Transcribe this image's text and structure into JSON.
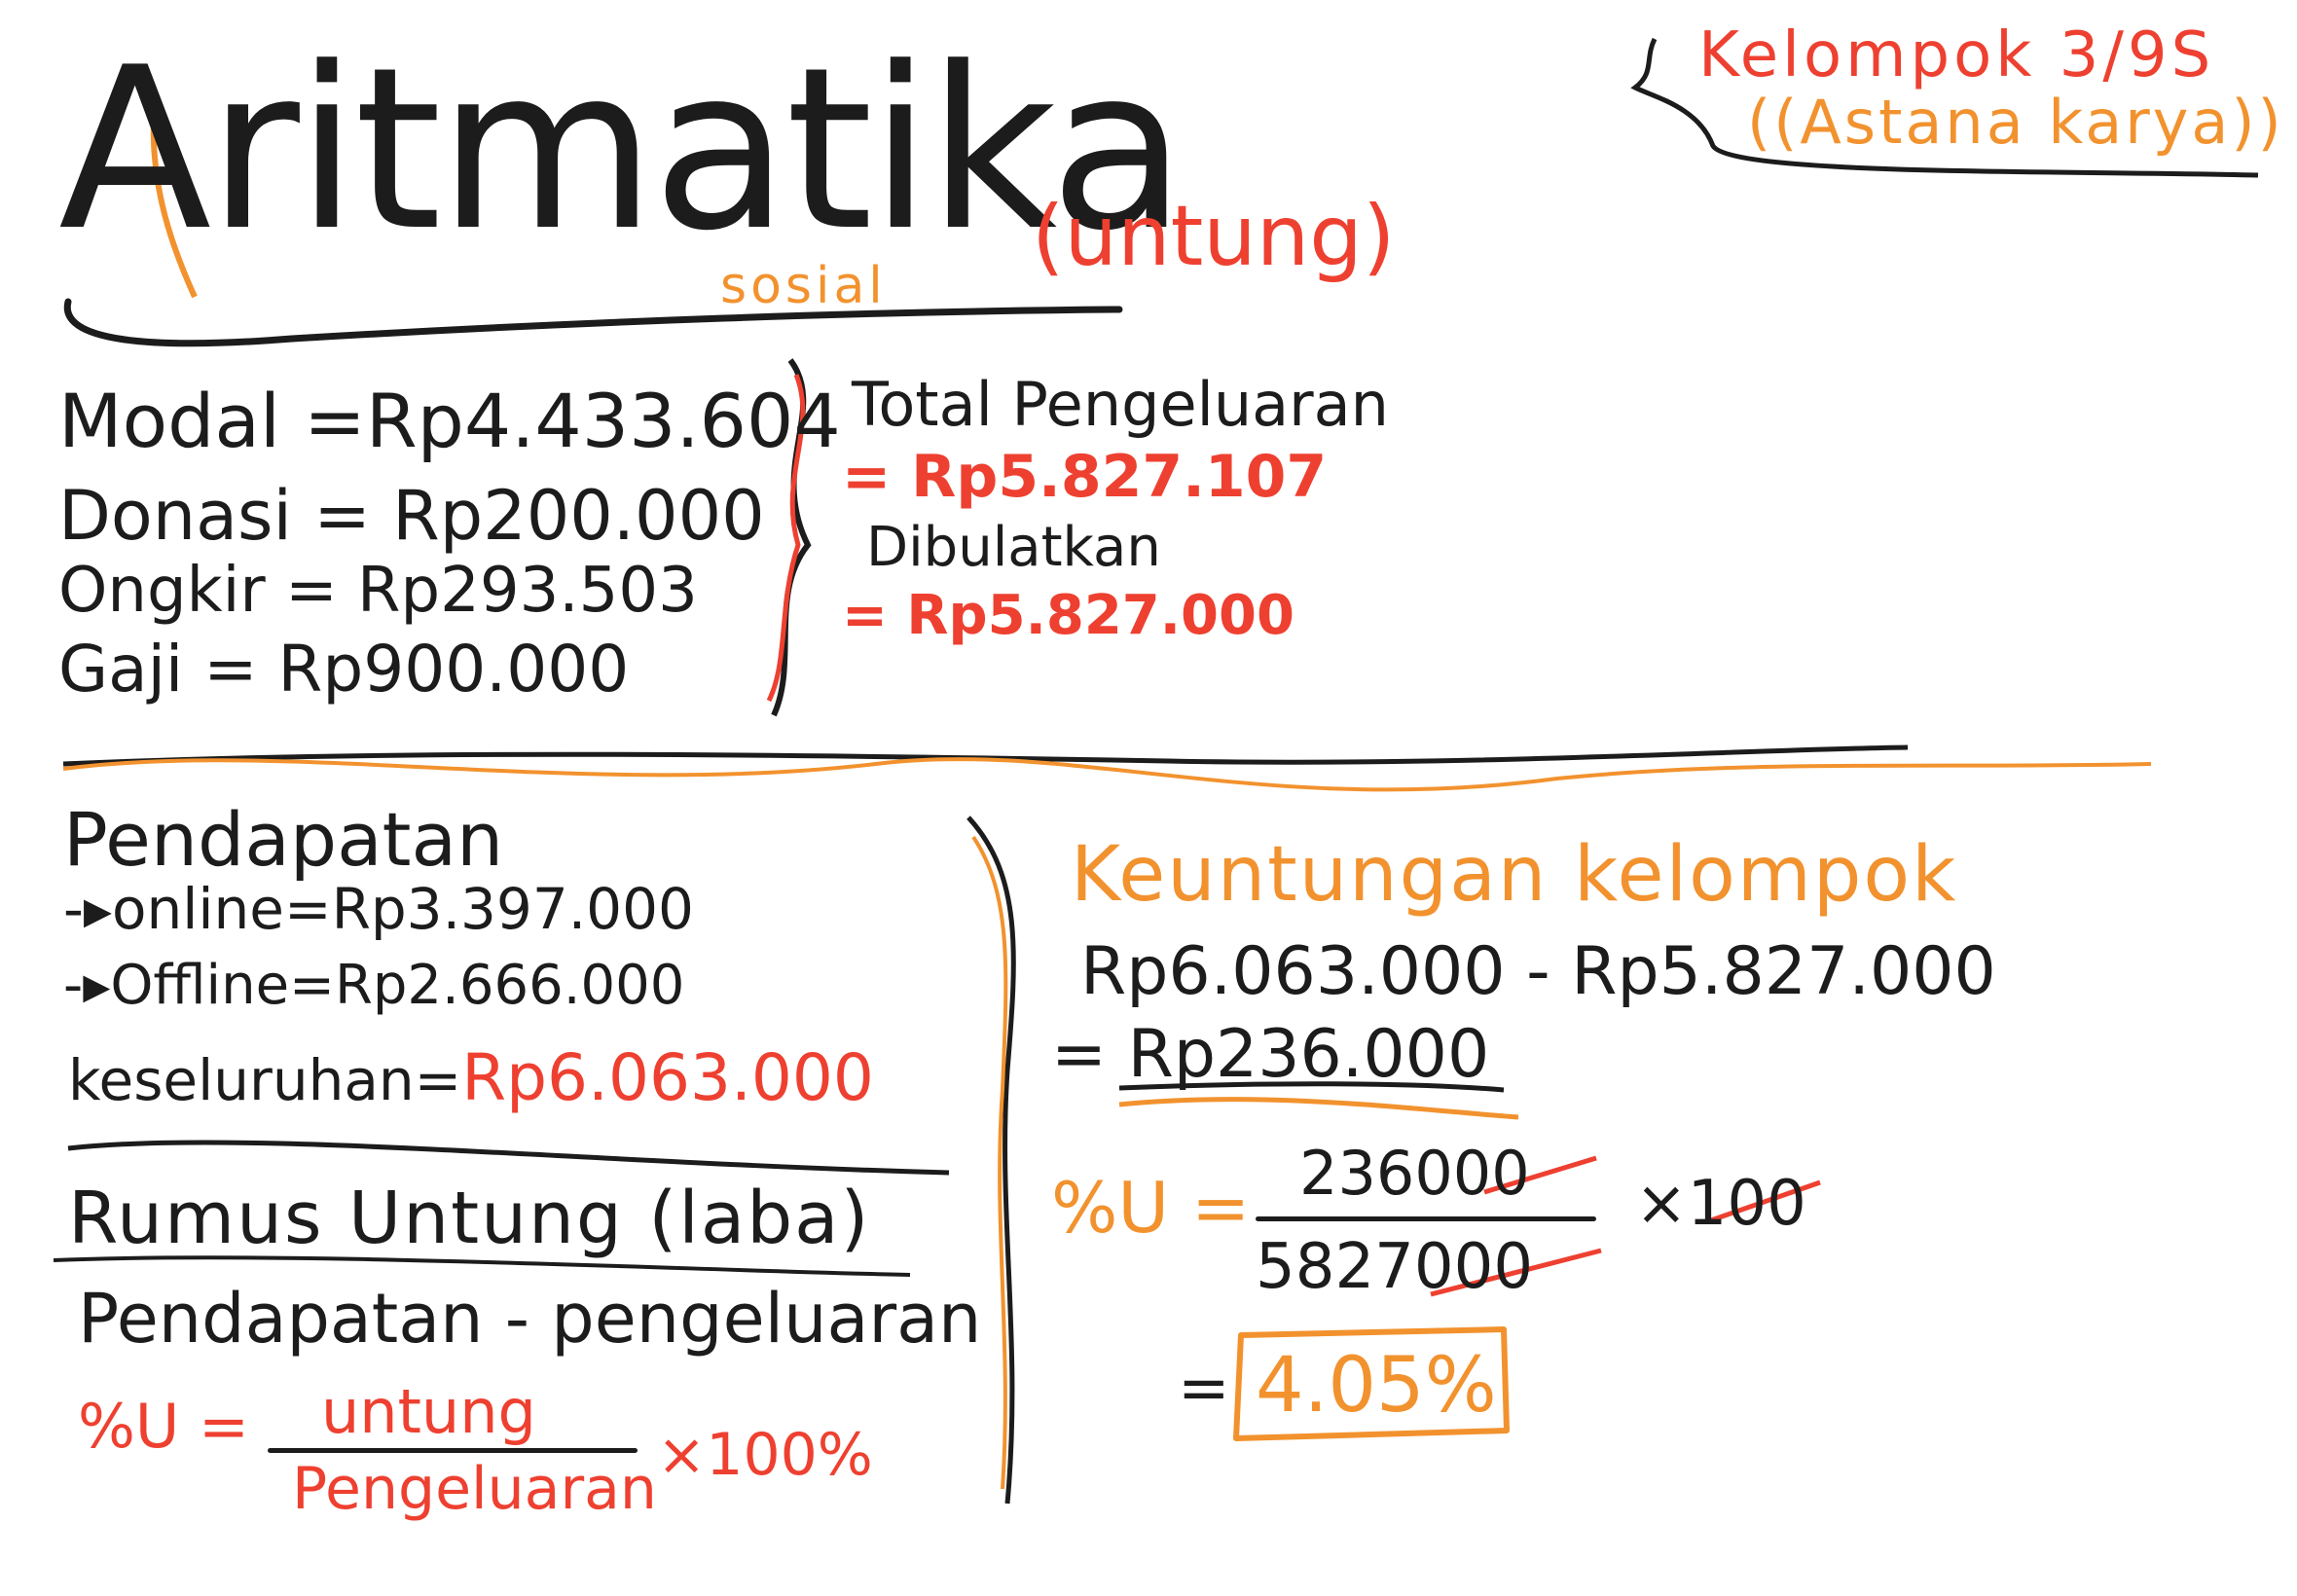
{
  "title": {
    "main": "Aritmatika",
    "sub": "sosial",
    "paren": "(untung)"
  },
  "group": {
    "name": "Kelompok 3/9S",
    "school": "((Astana karya))"
  },
  "costs": [
    {
      "label": "Modal",
      "eq": "=",
      "value": "Rp4.433.604"
    },
    {
      "label": "Donasi",
      "eq": "=",
      "value": "Rp200.000"
    },
    {
      "label": "Ongkir",
      "eq": "=",
      "value": "Rp293.503"
    },
    {
      "label": "Gaji",
      "eq": "=",
      "value": "Rp900.000"
    }
  ],
  "total": {
    "label": "Total Pengeluaran",
    "value": "= Rp5.827.107",
    "rounded_label": "Dibulatkan",
    "rounded_value": "= Rp5.827.000"
  },
  "income": {
    "heading": "Pendapatan",
    "online_label": "-▸online",
    "online_value": "=Rp3.397.000",
    "offline_label": "-▸Offline",
    "offline_value": "=Rp2.666.000",
    "total_label": "keseluruhan=",
    "total_value": "Rp6.063.000"
  },
  "formula": {
    "heading": "Rumus Untung (laba)",
    "line": "Pendapatan - pengeluaran",
    "pct_label": "%U =",
    "numerator": "untung",
    "denominator": "Pengeluaran",
    "times": "×100%"
  },
  "profit": {
    "heading": "Keuntungan kelompok",
    "calc": "Rp6.063.000 - Rp5.827.000",
    "result": "= Rp236.000",
    "pct_label": "%U =",
    "num_keep": "236",
    "num_cross": "000",
    "den_keep": "5827",
    "den_cross": "000",
    "times": "×1",
    "times_cross": "00",
    "final_eq": "=",
    "final_value": "4.05%"
  },
  "colors": {
    "ink": "#1c1c1c",
    "red": "#ee4030",
    "orange": "#f2922e"
  }
}
